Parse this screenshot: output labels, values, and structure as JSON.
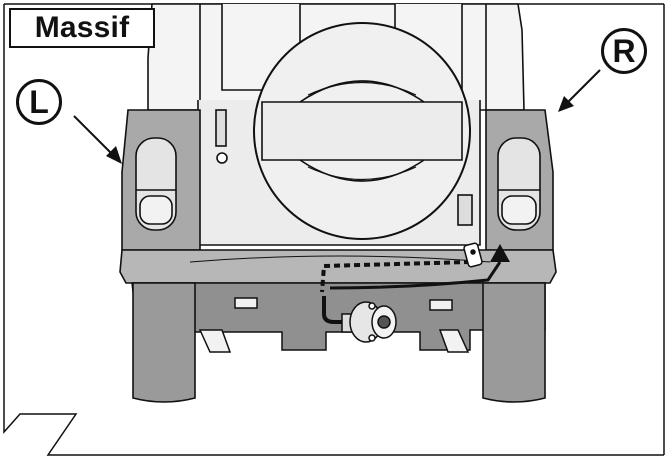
{
  "title": "Massif",
  "left_marker": "L",
  "right_marker": "R",
  "colors": {
    "body_light": "#e8e8e8",
    "body_mid": "#b9b9b9",
    "body_dark": "#8f8f8f",
    "outline": "#111111",
    "cable": "#111111"
  }
}
